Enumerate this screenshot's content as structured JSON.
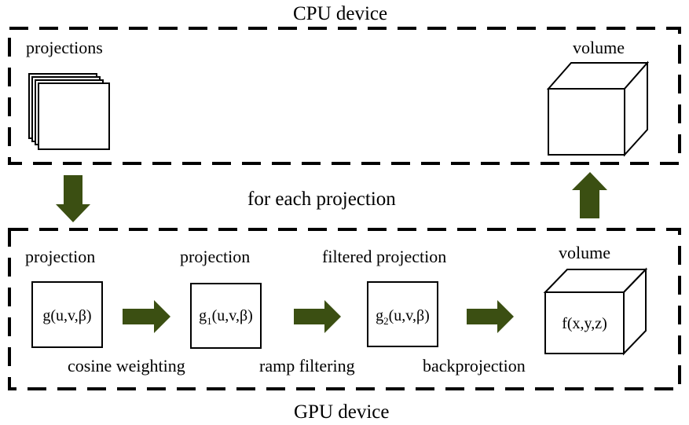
{
  "cpu_device": {
    "title": "CPU device",
    "projections_label": "projections",
    "volume_label": "volume"
  },
  "middle": {
    "loop_label": "for each projection"
  },
  "gpu_device": {
    "title": "GPU device",
    "stages": [
      {
        "top_label": "projection",
        "box_text": "g(u,v,β)"
      },
      {
        "top_label": "projection",
        "box_text_pre": "g",
        "box_text_sub": "1",
        "box_text_post": "(u,v,β)"
      },
      {
        "top_label": "filtered projection",
        "box_text_pre": "g",
        "box_text_sub": "2",
        "box_text_post": "(u,v,β)"
      },
      {
        "top_label": "volume",
        "box_text": "f(x,y,z)"
      }
    ],
    "operations": [
      "cosine weighting",
      "ramp filtering",
      "backprojection"
    ]
  },
  "colors": {
    "arrow": "#3b4f12",
    "stroke": "#000000",
    "background": "#ffffff"
  }
}
